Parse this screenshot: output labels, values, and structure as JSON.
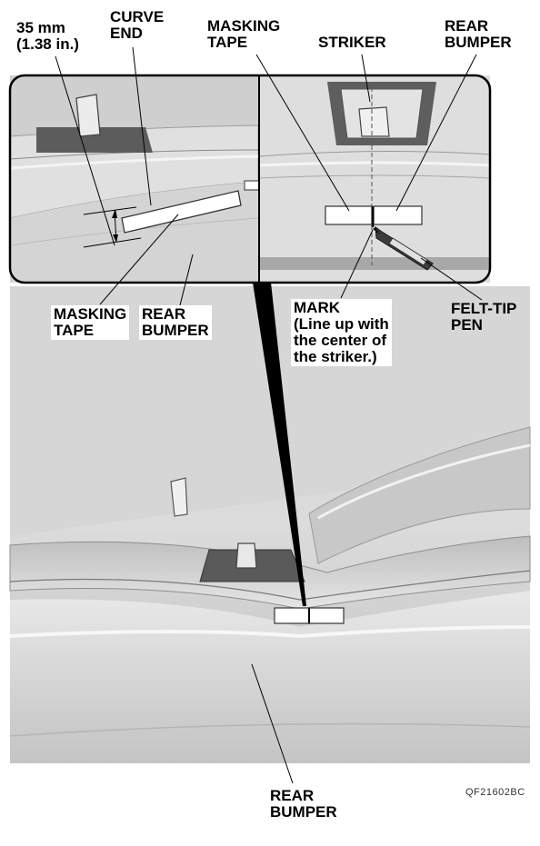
{
  "labels": {
    "dimension": "35 mm\n(1.38 in.)",
    "curve_end": "CURVE\nEND",
    "masking_tape_top": "MASKING\nTAPE",
    "striker": "STRIKER",
    "rear_bumper_top": "REAR\nBUMPER",
    "masking_tape_bottom": "MASKING\nTAPE",
    "rear_bumper_mid": "REAR\nBUMPER",
    "mark": "MARK\n(Line up with\nthe center of\nthe striker.)",
    "felt_tip_pen": "FELT-TIP\nPEN",
    "rear_bumper_bottom": "REAR\nBUMPER"
  },
  "figure_code": "QF21602BC"
}
